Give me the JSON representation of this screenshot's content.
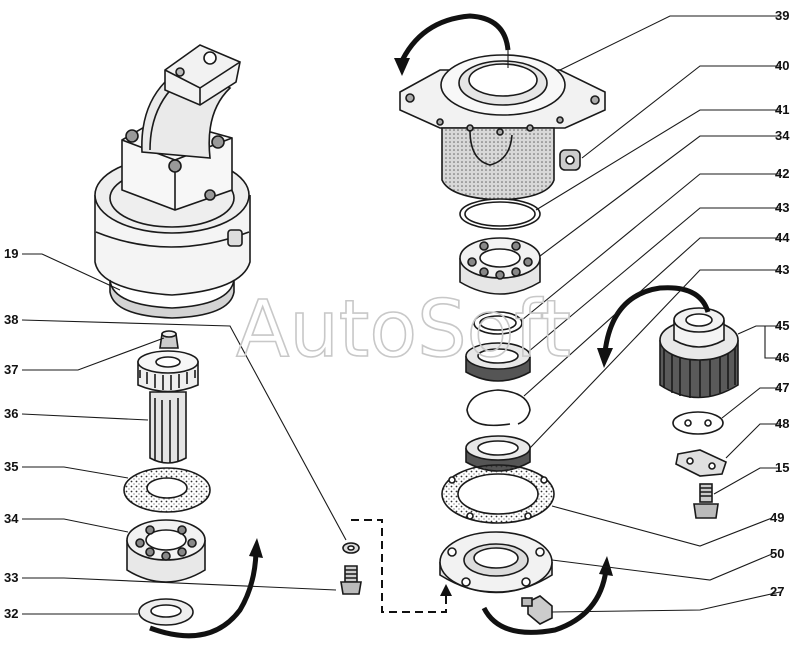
{
  "watermark": "AutoSoft",
  "callouts": [
    {
      "id": "19"
    },
    {
      "id": "38"
    },
    {
      "id": "37"
    },
    {
      "id": "36"
    },
    {
      "id": "35"
    },
    {
      "id": "34"
    },
    {
      "id": "33"
    },
    {
      "id": "32"
    },
    {
      "id": "39"
    },
    {
      "id": "40"
    },
    {
      "id": "41"
    },
    {
      "id": "34"
    },
    {
      "id": "42"
    },
    {
      "id": "43"
    },
    {
      "id": "44"
    },
    {
      "id": "43"
    },
    {
      "id": "45"
    },
    {
      "id": "46"
    },
    {
      "id": "47"
    },
    {
      "id": "48"
    },
    {
      "id": "15"
    },
    {
      "id": "49"
    },
    {
      "id": "50"
    },
    {
      "id": "27"
    }
  ]
}
